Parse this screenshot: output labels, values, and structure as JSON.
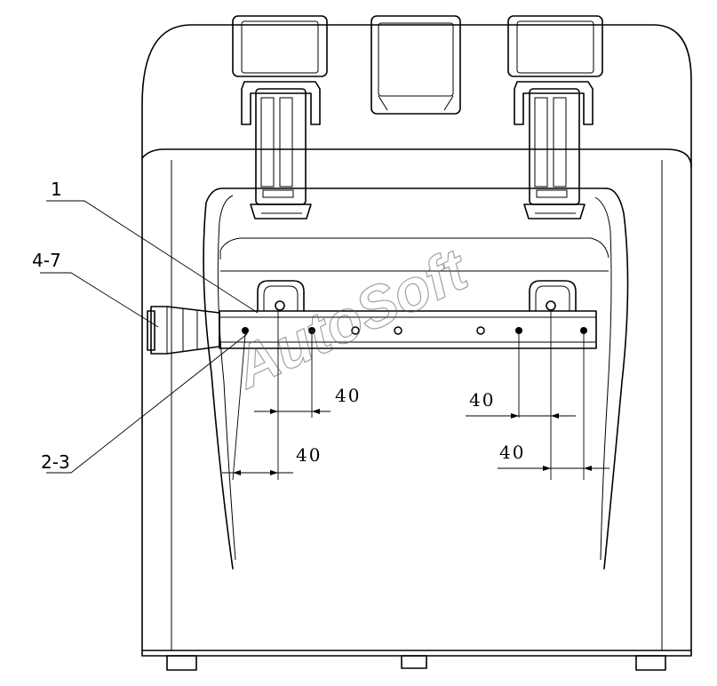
{
  "callouts": {
    "part_1": "1",
    "part_4_7": "4-7",
    "part_2_3": "2-3"
  },
  "dimensions": {
    "dim_left_upper": "40",
    "dim_left_lower": "40",
    "dim_right_upper": "40",
    "dim_right_lower": "40"
  },
  "watermark": "AutoSoft"
}
